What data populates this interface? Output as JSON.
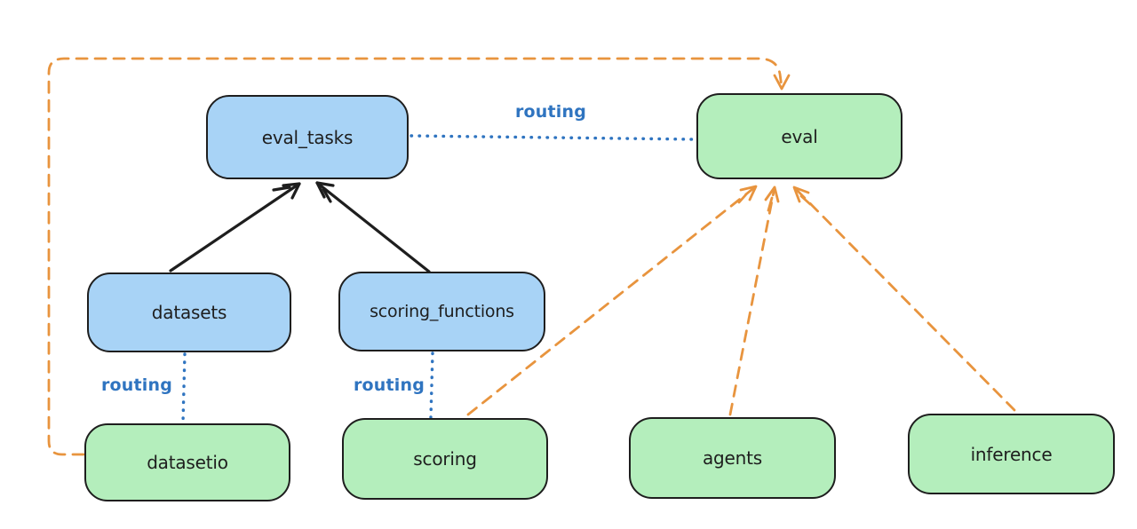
{
  "diagram": {
    "title": "",
    "colors": {
      "blue_fill": "#a8d3f6",
      "green_fill": "#b4eebc",
      "stroke_dark": "#1e1e1e",
      "routing_blue": "#2f74c0",
      "dep_orange": "#e8943e",
      "canvas_bg": "#ffffff"
    },
    "nodes": [
      {
        "id": "eval_tasks",
        "label": "eval_tasks",
        "kind": "blue"
      },
      {
        "id": "eval",
        "label": "eval",
        "kind": "green"
      },
      {
        "id": "datasets",
        "label": "datasets",
        "kind": "blue"
      },
      {
        "id": "scoring_functions",
        "label": "scoring_functions",
        "kind": "blue"
      },
      {
        "id": "datasetio",
        "label": "datasetio",
        "kind": "green"
      },
      {
        "id": "scoring",
        "label": "scoring",
        "kind": "green"
      },
      {
        "id": "agents",
        "label": "agents",
        "kind": "green"
      },
      {
        "id": "inference",
        "label": "inference",
        "kind": "green"
      }
    ],
    "edge_labels": [
      {
        "id": "eval_tasks-eval",
        "text": "routing"
      },
      {
        "id": "datasets-datasetio",
        "text": "routing"
      },
      {
        "id": "scoring_functions-scoring",
        "text": "routing"
      }
    ],
    "edges": [
      {
        "from": "datasets",
        "to": "eval_tasks",
        "style": "solid-arrow",
        "color": "black"
      },
      {
        "from": "scoring_functions",
        "to": "eval_tasks",
        "style": "solid-arrow",
        "color": "black"
      },
      {
        "from": "eval_tasks",
        "to": "eval",
        "style": "dotted-line",
        "color": "blue",
        "label": "routing"
      },
      {
        "from": "datasets",
        "to": "datasetio",
        "style": "dotted-line",
        "color": "blue",
        "label": "routing"
      },
      {
        "from": "scoring_functions",
        "to": "scoring",
        "style": "dotted-line",
        "color": "blue",
        "label": "routing"
      },
      {
        "from": "datasetio",
        "to": "eval",
        "style": "dashed-arrow",
        "color": "orange"
      },
      {
        "from": "scoring",
        "to": "eval",
        "style": "dashed-arrow",
        "color": "orange"
      },
      {
        "from": "agents",
        "to": "eval",
        "style": "dashed-arrow",
        "color": "orange"
      },
      {
        "from": "inference",
        "to": "eval",
        "style": "dashed-arrow",
        "color": "orange"
      }
    ]
  }
}
